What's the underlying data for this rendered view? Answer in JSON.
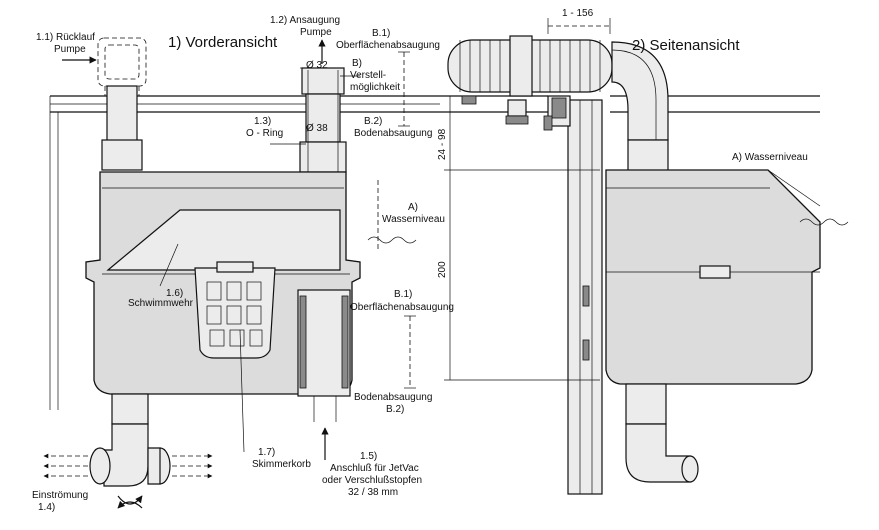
{
  "views": {
    "front": "1) Vorderansicht",
    "side": "2) Seitenansicht"
  },
  "labels": {
    "l11a": "1.1) Rücklauf",
    "l11b": "Pumpe",
    "l12a": "1.2) Ansaugung",
    "l12b": "Pumpe",
    "d32": "Ø 32",
    "d38": "Ø 38",
    "l13a": "1.3)",
    "l13b": "O - Ring",
    "b1a": "B.1)",
    "b1b": "Oberflächenabsaugung",
    "ba": "B)",
    "bb": "Verstell-",
    "bc": "möglichkeit",
    "b2a": "B.2)",
    "b2b": "Bodenabsaugung",
    "dim2498": "24 - 98",
    "dim200": "200",
    "dim1156": "1 - 156",
    "aa": "A)",
    "ab": "Wasserniveau",
    "a_side": "A) Wasserniveau",
    "l16a": "1.6)",
    "l16b": "Schwimmwehr",
    "b1c": "B.1)",
    "b1d": "Oberflächenabsaugung",
    "b2c": "Bodenabsaugung",
    "b2d": "B.2)",
    "l17a": "1.7)",
    "l17b": "Skimmerkorb",
    "l15a": "1.5)",
    "l15b": "Anschluß für JetVac",
    "l15c": "oder Verschlußstopfen",
    "l15d": "32 / 38 mm",
    "l14a": "Einströmung",
    "l14b": "1.4)"
  }
}
